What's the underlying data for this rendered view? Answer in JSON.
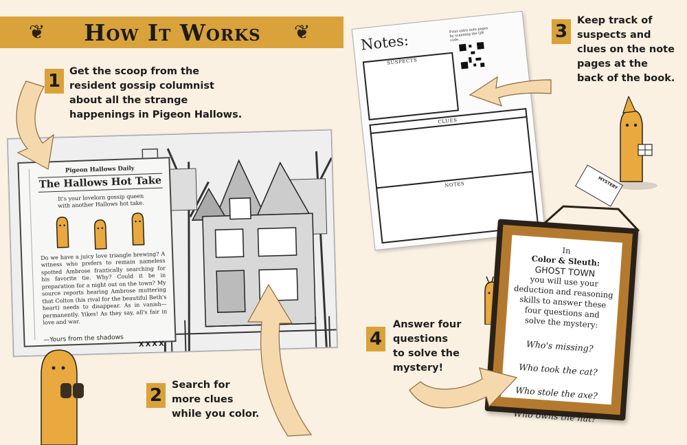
{
  "header": {
    "title": "How It Works"
  },
  "steps": [
    {
      "number": "1",
      "lines": [
        "Get the scoop from the",
        "resident gossip columnist",
        "about all the strange",
        "happenings in Pigeon Hallows."
      ]
    },
    {
      "number": "2",
      "lines": [
        "Search for",
        "more clues",
        "while you color."
      ]
    },
    {
      "number": "3",
      "lines": [
        "Keep track of",
        "suspects and",
        "clues on the note",
        "pages at the",
        "back of the book."
      ]
    },
    {
      "number": "4",
      "lines": [
        "Answer four",
        "questions",
        "to solve the",
        "mystery!"
      ]
    }
  ],
  "newspaper": {
    "masthead": "Pigeon Hallows Daily",
    "headline": "The Hallows Hot Take",
    "intro": "It's your lovelorn gossip queen with another Hallows hot take.",
    "body": "Do we have a juicy love triangle brewing? A witness who prefers to remain nameless spotted Ambrose frantically searching for his favorite tie. Why? Could it be in preparation for a night out on the town? My source reports hearing Ambrose muttering that Colton (his rival for the beautiful Beth's heart) needs to disappear. As in vanish—permanently. Yikes! As they say, all's fair in love and war.",
    "signoff": "—Yours from the shadows",
    "kisses": "XXXX"
  },
  "notes_page": {
    "title": "Notes:",
    "qr_text": "Print extra note pages by scanning the QR code.",
    "suspects_label": "SUSPECTS",
    "clues_label": "CLUES",
    "notes_label": "NOTES"
  },
  "frame": {
    "line1": "In",
    "line2": "Color & Sleuth:",
    "line3": "GHOST TOWN",
    "line4": "you will use your",
    "line5": "deduction and reasoning",
    "line6": "skills to answer these",
    "line7": "four questions and",
    "line8": "solve the mystery:",
    "questions": [
      "Who's missing?",
      "Who took the cat?",
      "Who stole the axe?",
      "Who owns the hat?"
    ]
  },
  "ticket_text": "MYSTERY",
  "colors": {
    "accent": "#d9a23a",
    "background": "#faf1e3",
    "ghost": "#e9a93f"
  }
}
